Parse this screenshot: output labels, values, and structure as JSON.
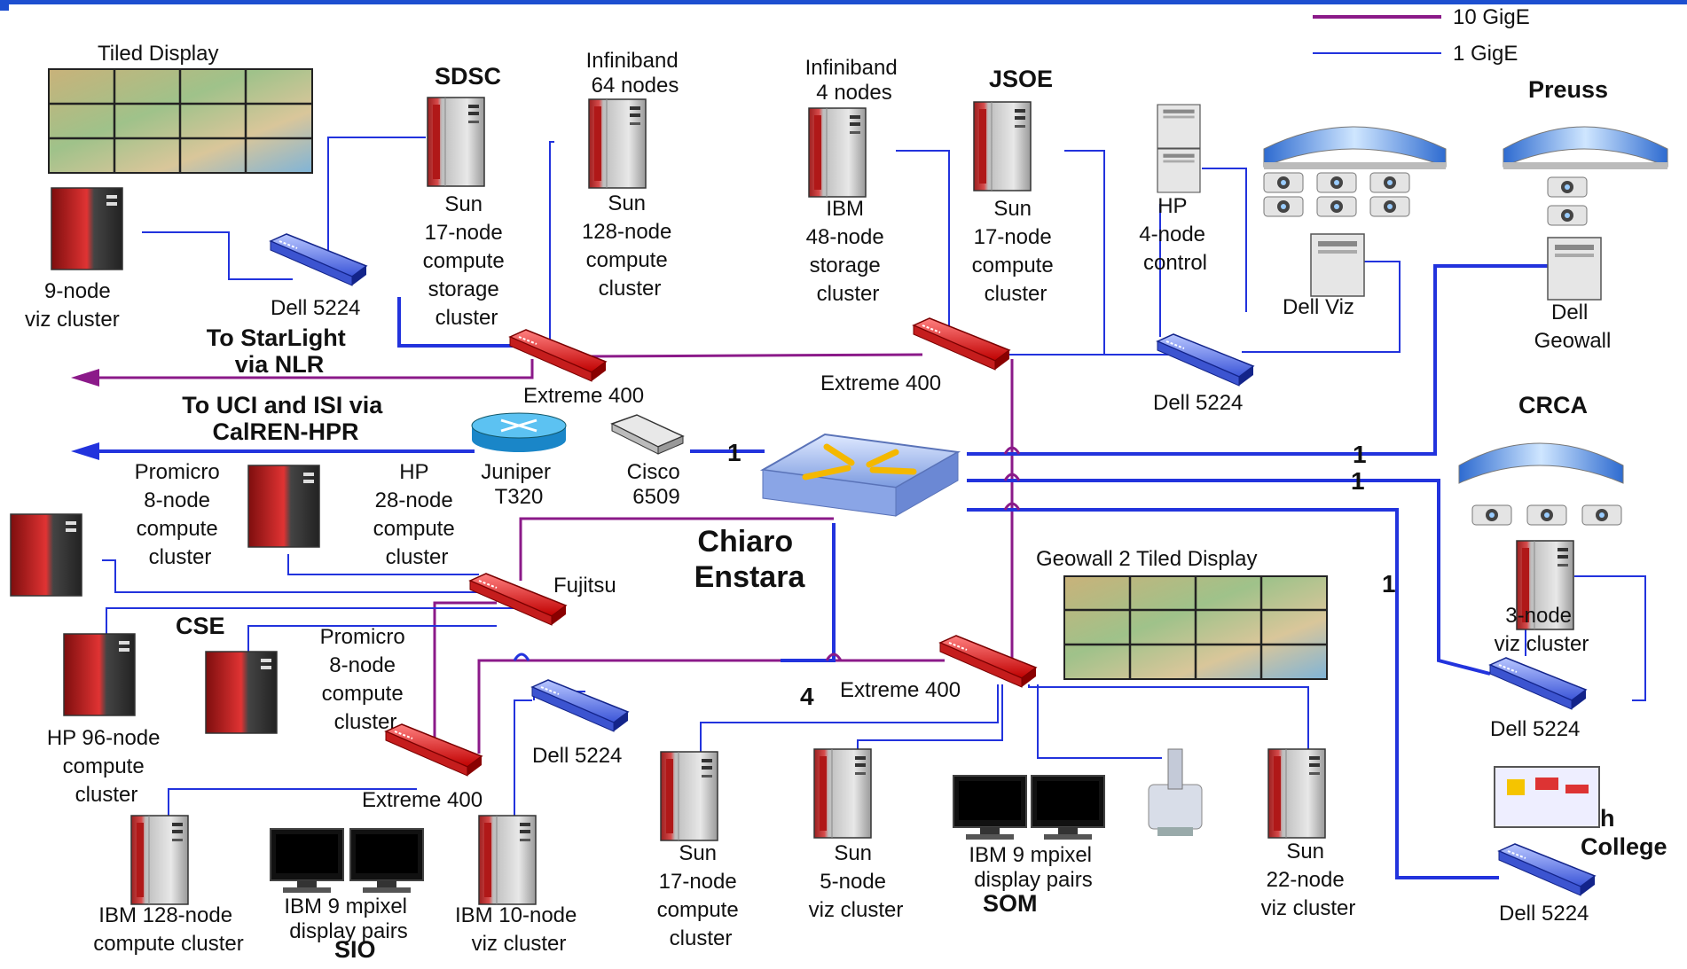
{
  "legend": {
    "ten_gige": "10 GigE",
    "one_gige": "1 GigE"
  },
  "colors": {
    "ten_gige": "#8b1a89",
    "one_gige": "#2233dd",
    "switch_red": "#e02020",
    "switch_blue": "#3e5ee6",
    "top_bar": "#1d4fd0"
  },
  "sites": {
    "sdsc": "SDSC",
    "jsoe": "JSOE",
    "preuss": "Preuss",
    "crca": "CRCA",
    "cse": "CSE",
    "sixth_college": [
      "6th",
      "College"
    ],
    "som": "SOM",
    "sio": "SIO"
  },
  "core": {
    "name": [
      "Chiaro",
      "Enstara"
    ]
  },
  "nodes": {
    "tiled_display": "Tiled Display",
    "viz9": [
      "9-node",
      "viz cluster"
    ],
    "sun17_storage": [
      "Sun",
      "17-node",
      "compute",
      "storage",
      "cluster"
    ],
    "infiniband64": [
      "Infiniband",
      "64 nodes"
    ],
    "sun128": [
      "Sun",
      "128-node",
      "compute",
      "cluster"
    ],
    "infiniband4": [
      "Infiniband",
      "4 nodes"
    ],
    "ibm48": [
      "IBM",
      "48-node",
      "storage",
      "cluster"
    ],
    "sun17_jsoe": [
      "Sun",
      "17-node",
      "compute",
      "cluster"
    ],
    "hp4": [
      "HP",
      "4-node",
      "control"
    ],
    "dell_viz": "Dell Viz",
    "dell_geowall": [
      "Dell",
      "Geowall"
    ],
    "starlight": [
      "To StarLight",
      "via NLR"
    ],
    "uci_isi": [
      "To UCI and ISI via",
      "CalREN-HPR"
    ],
    "juniper": [
      "Juniper",
      "T320"
    ],
    "cisco": [
      "Cisco",
      "6509"
    ],
    "promicro8_a": [
      "Promicro",
      "8-node",
      "compute",
      "cluster"
    ],
    "hp28": [
      "HP",
      "28-node",
      "compute",
      "cluster"
    ],
    "fujitsu": "Fujitsu",
    "promicro8_b": [
      "Promicro",
      "8-node",
      "compute",
      "cluster"
    ],
    "hp96": [
      "HP 96-node",
      "compute",
      "cluster"
    ],
    "geowall2": "Geowall 2 Tiled Display",
    "viz3": [
      "3-node",
      "viz cluster"
    ],
    "ibm128": [
      "IBM 128-node",
      "compute cluster"
    ],
    "sio_display": [
      "IBM  9 mpixel",
      "display pairs"
    ],
    "ibm10": [
      "IBM 10-node",
      "viz cluster"
    ],
    "sun17_b": [
      "Sun",
      "17-node",
      "compute",
      "cluster"
    ],
    "sun5": [
      "Sun",
      "5-node",
      "viz cluster"
    ],
    "som_display": [
      "IBM  9 mpixel",
      "display pairs"
    ],
    "sun22": [
      "Sun",
      "22-node",
      "viz cluster"
    ]
  },
  "switches": {
    "dell_sdsc": "Dell 5224",
    "extreme_sdsc": "Extreme 400",
    "extreme_jsoe": "Extreme 400",
    "dell_jsoe": "Dell 5224",
    "dell_crca": "Dell 5224",
    "dell_6th": "Dell 5224",
    "extreme_som": "Extreme 400",
    "dell_som": "Dell 5224",
    "extreme_sio": "Extreme 400"
  },
  "link_counts": {
    "cisco_core": "1",
    "preuss_link": "1",
    "crca_link": "1",
    "college_link": "1",
    "som_link": "4"
  },
  "icons": {
    "server": "server-tower-icon",
    "switch": "network-switch-icon",
    "router": "router-icon",
    "core": "core-router-icon",
    "monitor": "monitor-icon",
    "projector": "projector-icon",
    "map": "map-display-icon",
    "microscope": "microscope-icon"
  }
}
